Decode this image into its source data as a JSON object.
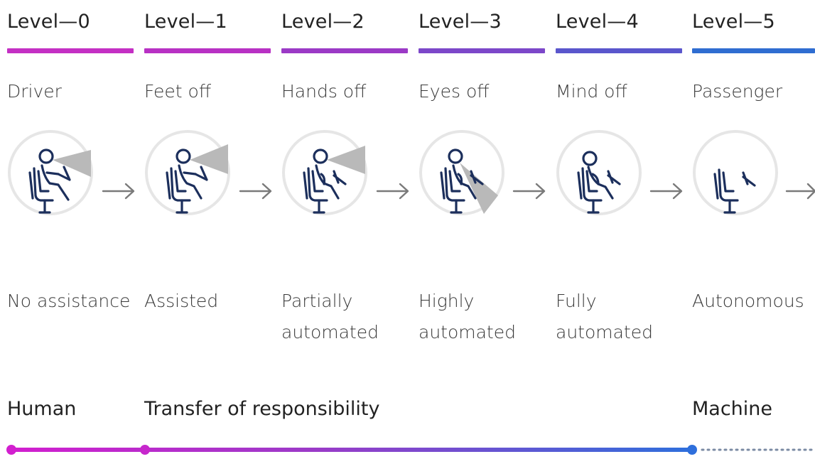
{
  "levels": [
    {
      "title": "Level—0",
      "role": "Driver",
      "description": [
        "No assistance"
      ],
      "bar_color": "#c42fc4",
      "icon": "driver-seat-full-view-icon"
    },
    {
      "title": "Level—1",
      "role": "Feet off",
      "description": [
        "Assisted"
      ],
      "bar_color": "#b831c4",
      "icon": "driver-seat-feet-off-icon"
    },
    {
      "title": "Level—2",
      "role": "Hands off",
      "description": [
        "Partially",
        "automated"
      ],
      "bar_color": "#9b3ac6",
      "icon": "driver-seat-hands-off-icon"
    },
    {
      "title": "Level—3",
      "role": "Eyes off",
      "description": [
        "Highly",
        "automated"
      ],
      "bar_color": "#7c47c9",
      "icon": "driver-seat-eyes-off-icon"
    },
    {
      "title": "Level—4",
      "role": "Mind off",
      "description": [
        "Fully",
        "automated"
      ],
      "bar_color": "#5a56cc",
      "icon": "driver-seat-mind-off-icon"
    },
    {
      "title": "Level—5",
      "role": "Passenger",
      "description": [
        "Autonomous"
      ],
      "bar_color": "#2f6dd1",
      "icon": "empty-seat-icon"
    }
  ],
  "responsibility": {
    "human": "Human",
    "transfer": "Transfer of responsibility",
    "machine": "Machine"
  },
  "colors": {
    "magenta": "#d21fcf",
    "purple": "#8a3fc8",
    "blue": "#2e6fdc",
    "icon_stroke": "#1c2f5c",
    "icon_circle": "#ededed",
    "view_cone": "#b9b9b9",
    "arrow": "#7a7a7a"
  }
}
